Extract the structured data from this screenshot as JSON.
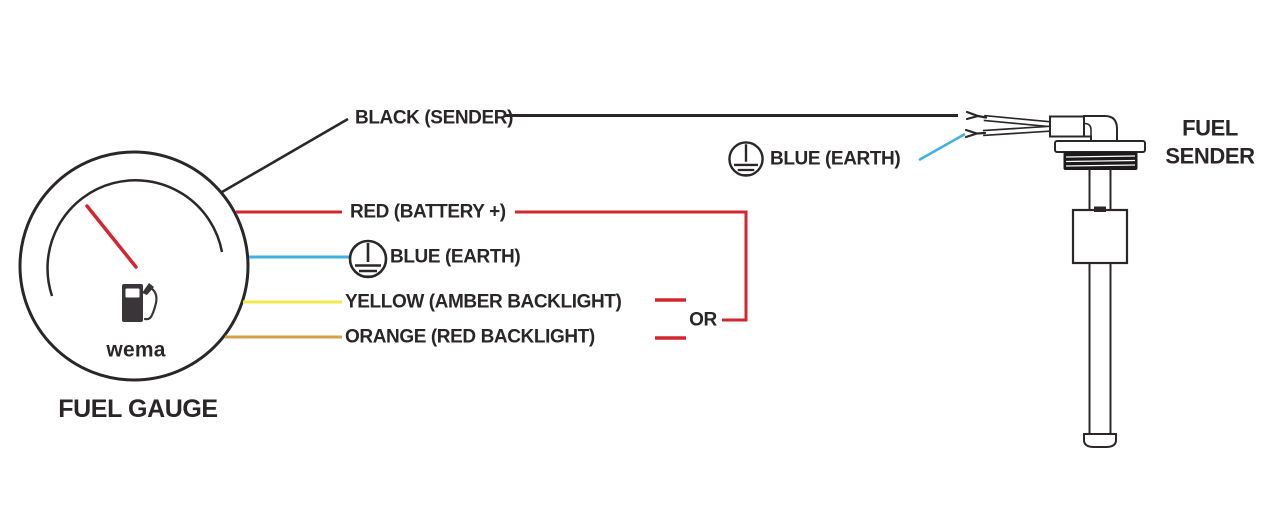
{
  "gauge": {
    "brand": "wema",
    "caption": "FUEL GAUGE"
  },
  "sender": {
    "caption_line1": "FUEL",
    "caption_line2": "SENDER"
  },
  "connections": {
    "sender_signal": {
      "label": "BLACK (SENDER)",
      "color": "#2b2728"
    },
    "battery": {
      "label": "RED (BATTERY +)",
      "color": "#d4262e"
    },
    "earth_at_gauge": {
      "label": "BLUE (EARTH)",
      "color": "#42b1e0"
    },
    "amber_backlight": {
      "label": "YELLOW (AMBER BACKLIGHT)",
      "color": "#efe94c"
    },
    "red_backlight": {
      "label": "ORANGE (RED BACKLIGHT)",
      "color": "#d6a04b"
    },
    "earth_at_sender": {
      "label": "BLUE (EARTH)",
      "color": "#42b1e0"
    },
    "or_connector": "OR"
  },
  "colors": {
    "outline": "#2b2728",
    "text": "#2a2526",
    "needle": "#d4262e",
    "pump_icon": "#3a3539",
    "background": "#ffffff"
  }
}
